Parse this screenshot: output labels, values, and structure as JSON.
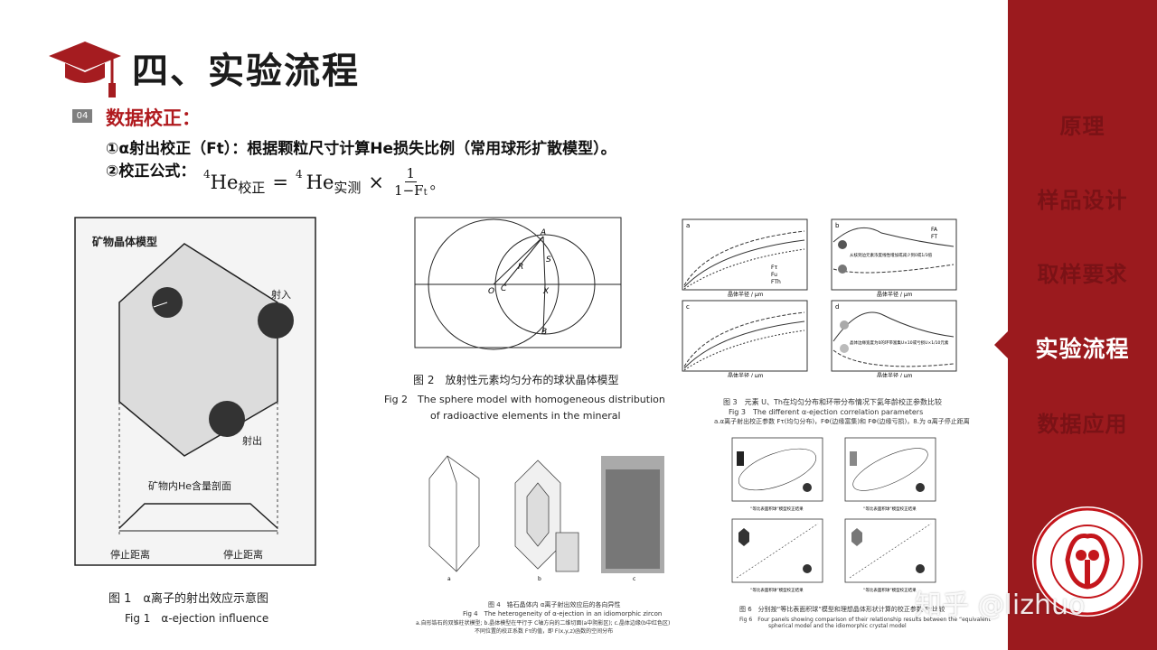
{
  "header": {
    "title": "四、实验流程",
    "section_number": "04",
    "section_title": "数据校正：",
    "line1": "①α射出校正（Ft）：根据颗粒尺寸计算He损失比例（常用球形扩散模型）。",
    "line2": "②校正公式：",
    "formula": {
      "lhs_sup": "4",
      "lhs_base": "He",
      "lhs_sub": "校正",
      "eq": "=",
      "rhs_sup": "4",
      "rhs_base": "He",
      "rhs_sub": "实测",
      "times": "×",
      "frac_num": "1",
      "frac_den": "1−F",
      "frac_den_sub": "t",
      "end": "。"
    }
  },
  "nav": {
    "items": [
      {
        "label": "原理",
        "active": false
      },
      {
        "label": "样品设计",
        "active": false
      },
      {
        "label": "取样要求",
        "active": false
      },
      {
        "label": "实验流程",
        "active": true
      },
      {
        "label": "数据应用",
        "active": false
      }
    ]
  },
  "fig1": {
    "panel_title": "矿物晶体模型",
    "label_in": "射入",
    "label_out": "射出",
    "profile_title": "矿物内He含量剖面",
    "stop_left": "停止距离",
    "stop_right": "停止距离",
    "caption_cn": "图 1　α离子的射出效应示意图",
    "caption_en": "Fig 1　α-ejection influence"
  },
  "fig2": {
    "labels": [
      "A",
      "R",
      "S",
      "O",
      "C",
      "X",
      "B"
    ],
    "caption_cn": "图 2　放射性元素均匀分布的球状晶体模型",
    "caption_en1": "Fig 2　The sphere model with homogeneous distribution",
    "caption_en2": "of radioactive elements in the mineral"
  },
  "fig3": {
    "xlabel": "晶体半径 / μm",
    "panel_a": "a",
    "panel_b": "b",
    "panel_c": "c",
    "panel_d": "d",
    "legend_ab": [
      "Fτ",
      "Fu",
      "FTh"
    ],
    "legend_b": [
      "FA",
      "FT"
    ],
    "note_b": "从核到边元素浓度线性增加或减少到0或1/3倍",
    "note_d": "晶体边缘宽度为0的环带富集U×10或亏损U×1/10元素",
    "caption_cn": "图 3　元素 U、Th在均匀分布和环带分布情况下氦年龄校正参数比较",
    "caption_en": "Fig 3　The different α-ejection correlation parameters",
    "caption_note": "a.α离子射出校正参数 Fτ(均匀分布)，FΦ(边缘富集)和 FΦ(边缘亏损)，8.为 α离子停止距离"
  },
  "fig4": {
    "caption_cn": "图 4　锆石晶体内 α离子射出效应后的各向异性",
    "caption_en": "Fig 4　The heterogeneity of α-ejection in an idiomorphic zircon",
    "note1": "a.自形锆石的双锥柱状模型; b.晶体模型在平行于 C轴方向的二维切面(a中阴影区); c.晶体边缘(b中红色区)",
    "note2": "不同位置的校正系数 Fτ的值，即 F(x,y,z)函数的空间分布",
    "labels": [
      "a",
      "b",
      "c"
    ]
  },
  "fig6": {
    "caption_cn": "图 6　分别按“等比表面积球”模型和理想晶体形状计算的校正参数 Fτ比较",
    "caption_en1": "Fig 6　Four panels showing comparison of their relationship results between the “equivalent",
    "caption_en2": "spherical model and the idiomorphic crystal model",
    "axis_label": "“等比表面积球”模型校正结果"
  },
  "watermark": "知乎 @lizhuo",
  "colors": {
    "brand_red": "#9b1a1e",
    "title_red": "#b01a1e",
    "nav_inactive": "#7a1216",
    "nav_active": "#ffffff"
  }
}
